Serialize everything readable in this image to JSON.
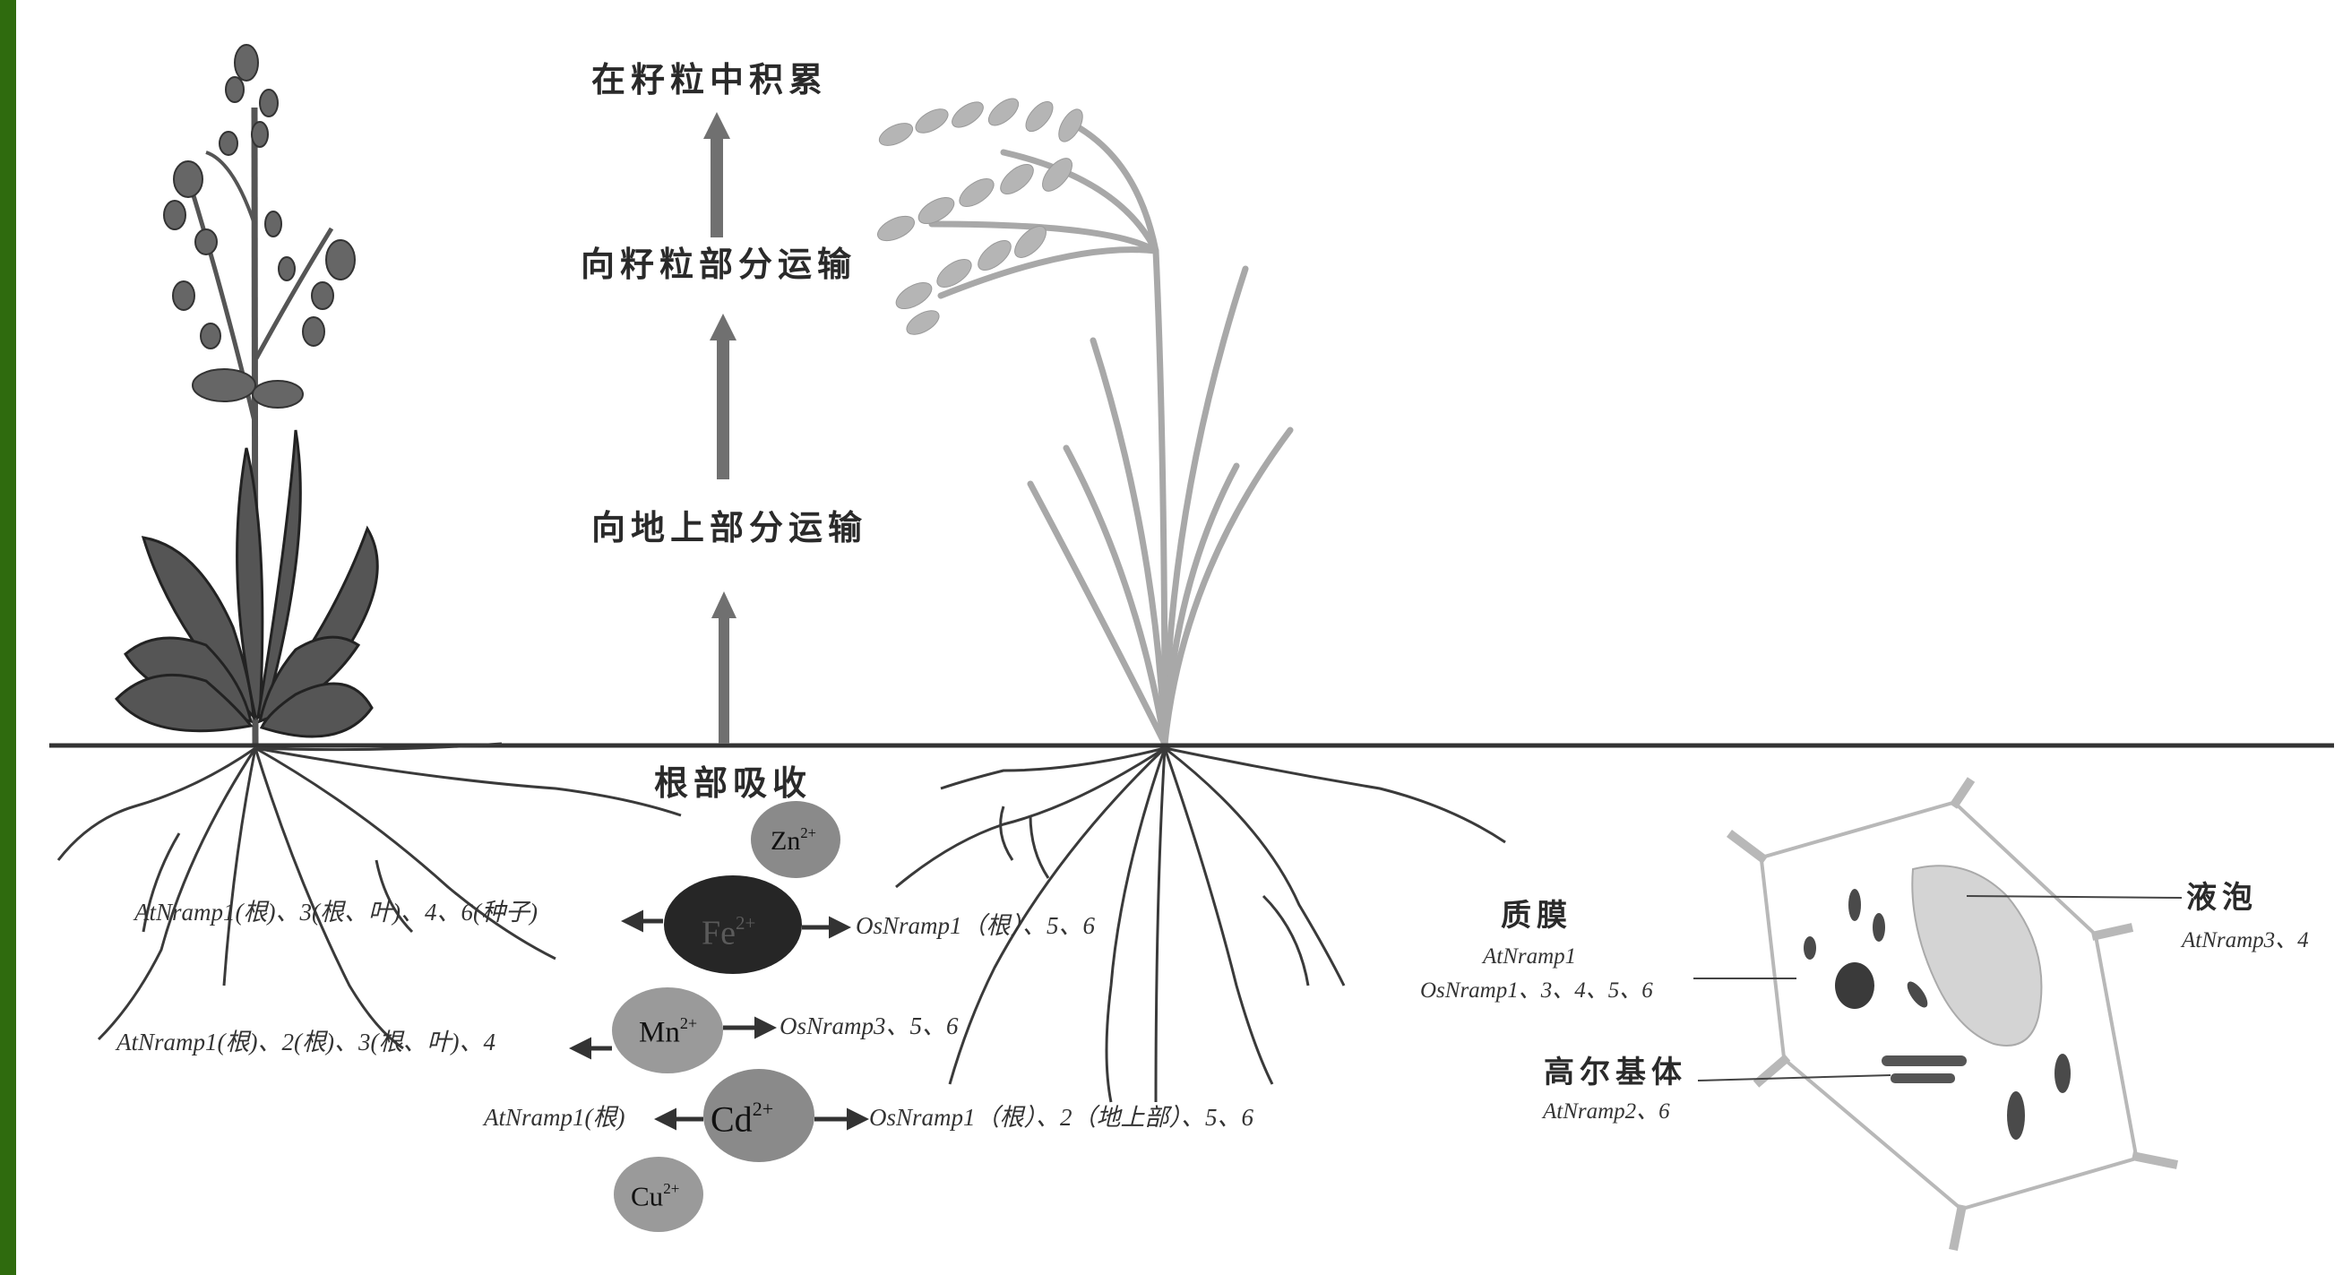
{
  "colors": {
    "frame_green": "#2f6b0e",
    "ground_line": "#333333",
    "arrow": "#707070",
    "root": "#3a3a3a",
    "leaf_dark": "#555555",
    "rice_leaf": "#a8a8a8",
    "ion_dark": "#262626",
    "ion_mid": "#8a8a8a",
    "ion_light": "#9a9a9a"
  },
  "transport_steps": {
    "accumulate_in_grain": "在籽粒中积累",
    "transport_to_grain": "向籽粒部分运输",
    "transport_aboveground": "向地上部分运输",
    "root_absorption": "根部吸收"
  },
  "ions": {
    "zn": {
      "symbol": "Zn",
      "charge": "2+"
    },
    "fe": {
      "symbol": "Fe",
      "charge": "2+"
    },
    "mn": {
      "symbol": "Mn",
      "charge": "2+"
    },
    "cd": {
      "symbol": "Cd",
      "charge": "2+"
    },
    "cu": {
      "symbol": "Cu",
      "charge": "2+"
    }
  },
  "genes": {
    "fe_at": "AtNramp1(根)、3(根、叶)、4、6(种子)",
    "fe_os": "OsNramp1（根）、5、6",
    "mn_at": "AtNramp1(根)、2(根)、3(根、叶)、4",
    "mn_os": "OsNramp3、5、6",
    "cd_at": "AtNramp1(根)",
    "cd_os": "OsNramp1（根）、2（地上部）、5、6"
  },
  "cell": {
    "plasma_membrane": {
      "label": "质膜",
      "genes_at": "AtNramp1",
      "genes_os": "OsNramp1、3、4、5、6"
    },
    "vacuole": {
      "label": "液泡",
      "genes": "AtNramp3、4"
    },
    "golgi": {
      "label": "高尔基体",
      "genes": "AtNramp2、6"
    }
  }
}
